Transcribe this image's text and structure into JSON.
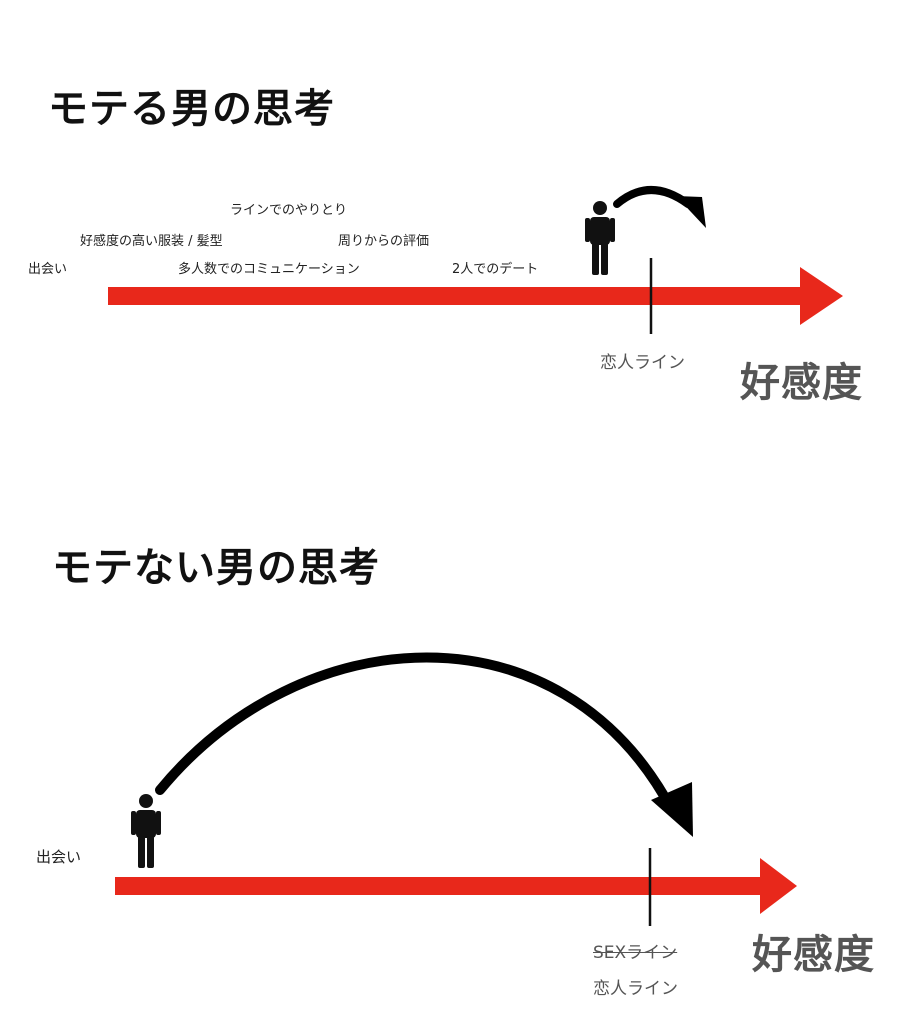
{
  "popular": {
    "title": "モテる男の思考",
    "start_label": "出会い",
    "steps": [
      "好感度の高い服装 / 髪型",
      "ラインでのやりとり",
      "多人数でのコミュニケーション",
      "周りからの評価",
      "2人でのデート"
    ],
    "lover_line_label": "恋人ライン",
    "axis_label": "好感度"
  },
  "unpopular": {
    "title": "モテない男の思考",
    "start_label": "出会い",
    "sex_line_label": "SEXライン",
    "lover_line_label": "恋人ライン",
    "axis_label": "好感度"
  },
  "colors": {
    "axis_arrow": "#e8281b",
    "person": "#111111",
    "jump_arrow": "#000000",
    "muted_text": "#555555"
  },
  "icons": {
    "person": "person-icon",
    "jump": "curved-arrow-icon"
  }
}
